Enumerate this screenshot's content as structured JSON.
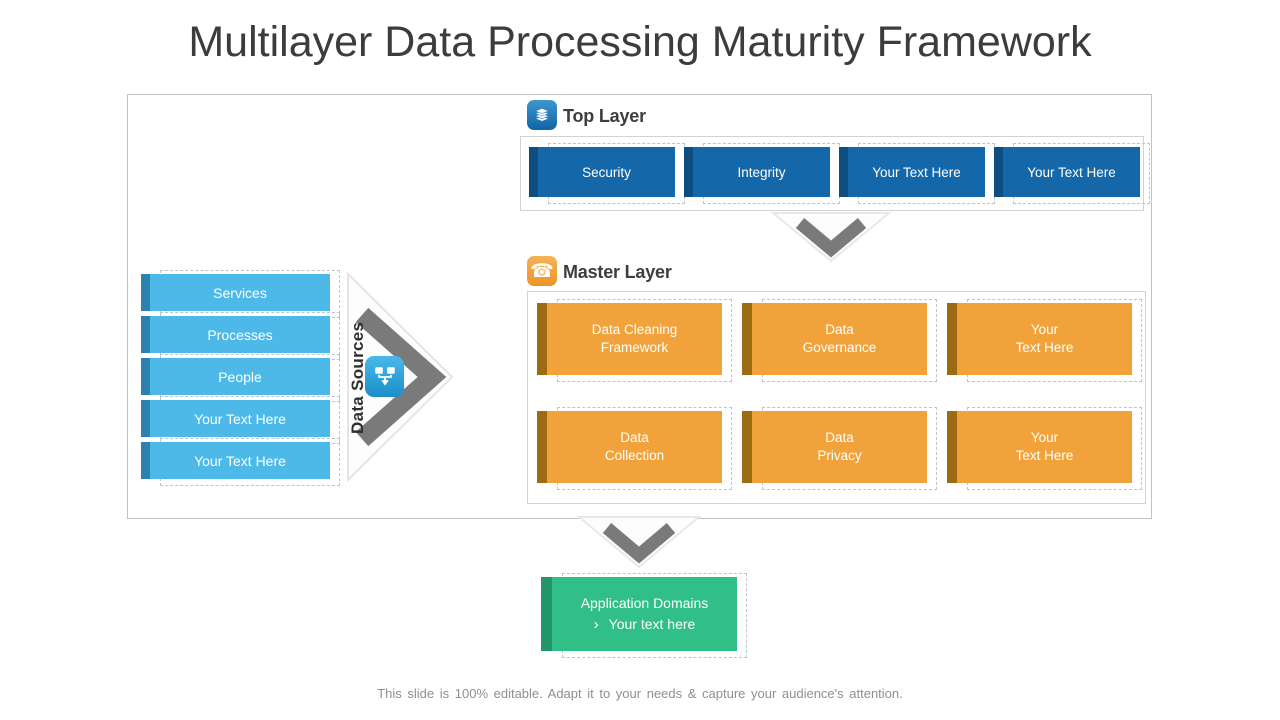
{
  "slide": {
    "title": "Multilayer Data Processing Maturity Framework",
    "footer": "This slide is 100% editable. Adapt it to your needs & capture your audience's attention."
  },
  "data_sources": {
    "label": "Data Sources",
    "items": [
      "Services",
      "Processes",
      "People",
      "Your Text Here",
      "Your Text Here"
    ]
  },
  "top_layer": {
    "heading": "Top Layer",
    "icon": "layers-icon",
    "items": [
      "Security",
      "Integrity",
      "Your Text Here",
      "Your Text Here"
    ]
  },
  "master_layer": {
    "heading": "Master Layer",
    "icon": "telephone-icon",
    "phone_glyph": "☎",
    "rows": [
      [
        "Data Cleaning\nFramework",
        "Data\nGovernance",
        "Your\nText Here"
      ],
      [
        "Data\nCollection",
        "Data\nPrivacy",
        "Your\nText Here"
      ]
    ]
  },
  "application_domains": {
    "line1": "Application Domains",
    "bullet": "›",
    "line2": "Your text here"
  },
  "colors": {
    "top_box": "#1467a8",
    "top_box_stripe": "#0e4d7f",
    "source_box": "#4cb9e9",
    "source_box_stripe": "#2b81af",
    "master_box": "#f2a23b",
    "master_box_stripe": "#9c6a12",
    "app_box": "#30bf86",
    "app_box_stripe": "#22966a",
    "arrow_gray": "#7a7a7a",
    "icon_blue": "#1b8ec9",
    "icon_orange": "#ec9526"
  }
}
